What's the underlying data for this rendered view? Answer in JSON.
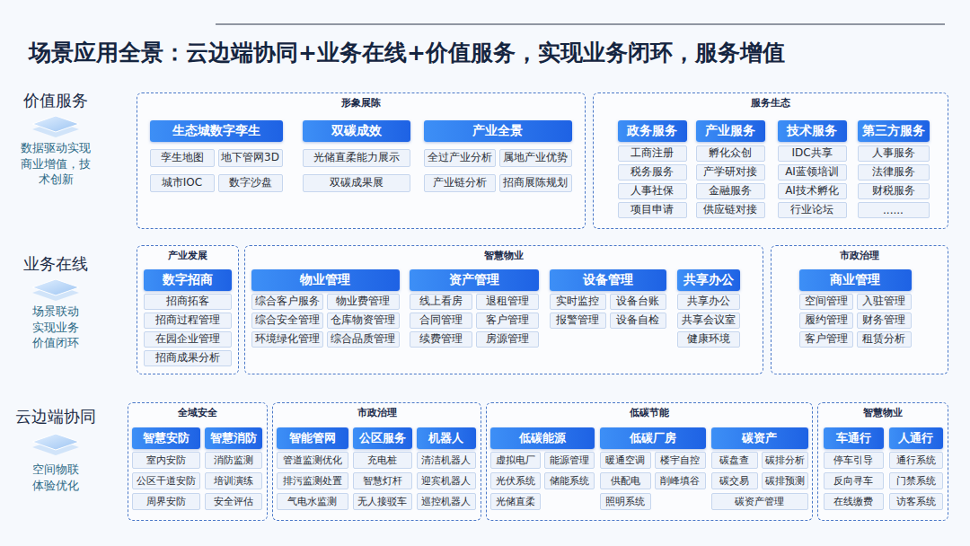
{
  "diagram": {
    "title": "场景应用全景：云边端协同+业务在线+价值服务，实现业务闭环，服务增值",
    "nodes": [
      {
        "text": [
          "形象展陈"
        ]
      },
      {
        "text": [
          "生态城数字孪生"
        ],
        "in": 0
      },
      {
        "text": [
          "孪生地图"
        ],
        "in": 0
      },
      {
        "text": [
          "地下管网3D"
        ],
        "in": 0
      },
      {
        "text": [
          "城市IOC"
        ],
        "in": 0
      },
      {
        "text": [
          "数字沙盘"
        ],
        "in": 0
      },
      {
        "text": [
          "双碳成效"
        ],
        "in": 0
      },
      {
        "text": [
          "光储直柔能力展示"
        ],
        "in": 0
      },
      {
        "text": [
          "双碳成果展"
        ],
        "in": 0
      },
      {
        "text": [
          "产业全景"
        ],
        "in": 0
      },
      {
        "text": [
          "全过产业分析"
        ],
        "in": 0
      },
      {
        "text": [
          "属地产业优势"
        ],
        "in": 0
      },
      {
        "text": [
          "产业链分析"
        ],
        "in": 0
      },
      {
        "text": [
          "招商展陈规划"
        ],
        "in": 0
      },
      {
        "text": [
          "服务生态"
        ]
      },
      {
        "text": [
          "政务服务"
        ],
        "in": 14
      },
      {
        "text": [
          "工商注册"
        ],
        "in": 14
      },
      {
        "text": [
          "税务服务"
        ],
        "in": 14
      },
      {
        "text": [
          "人事社保"
        ],
        "in": 14
      },
      {
        "text": [
          "项目申请"
        ],
        "in": 14
      },
      {
        "text": [
          "产业服务"
        ],
        "in": 14
      },
      {
        "text": [
          "孵化众创"
        ],
        "in": 14
      },
      {
        "text": [
          "产学研对接"
        ],
        "in": 14
      },
      {
        "text": [
          "金融服务"
        ],
        "in": 14
      },
      {
        "text": [
          "供应链对接"
        ],
        "in": 14
      },
      {
        "text": [
          "技术服务"
        ],
        "in": 14
      },
      {
        "text": [
          "IDC共享"
        ],
        "in": 14
      },
      {
        "text": [
          "AI蓝领培训"
        ],
        "in": 14
      },
      {
        "text": [
          "AI技术孵化"
        ],
        "in": 14
      },
      {
        "text": [
          "行业论坛"
        ],
        "in": 14
      },
      {
        "text": [
          "第三方服务"
        ],
        "in": 14
      },
      {
        "text": [
          "人事服务"
        ],
        "in": 14
      },
      {
        "text": [
          "法律服务"
        ],
        "in": 14
      },
      {
        "text": [
          "财税服务"
        ],
        "in": 14
      },
      {
        "text": [
          "......"
        ],
        "in": 14
      },
      {
        "text": [
          "产业发展"
        ]
      },
      {
        "text": [
          "数字招商"
        ],
        "in": 35
      },
      {
        "text": [
          "招商拓客"
        ],
        "in": 35
      },
      {
        "text": [
          "招商过程管理"
        ],
        "in": 35
      },
      {
        "text": [
          "在园企业管理"
        ],
        "in": 35
      },
      {
        "text": [
          "招商成果分析"
        ],
        "in": 35
      },
      {
        "text": [
          "智慧物业"
        ]
      },
      {
        "text": [
          "物业管理"
        ],
        "in": 41
      },
      {
        "text": [
          "综合客户服务"
        ],
        "in": 41
      },
      {
        "text": [
          "物业费管理"
        ],
        "in": 41
      },
      {
        "text": [
          "综合安全管理"
        ],
        "in": 41
      },
      {
        "text": [
          "仓库物资管理"
        ],
        "in": 41
      },
      {
        "text": [
          "环境绿化管理"
        ],
        "in": 41
      },
      {
        "text": [
          "综合品质管理"
        ],
        "in": 41
      },
      {
        "text": [
          "资产管理"
        ],
        "in": 41
      },
      {
        "text": [
          "线上看房"
        ],
        "in": 41
      },
      {
        "text": [
          "退租管理"
        ],
        "in": 41
      },
      {
        "text": [
          "合同管理"
        ],
        "in": 41
      },
      {
        "text": [
          "客户管理"
        ],
        "in": 41
      },
      {
        "text": [
          "续费管理"
        ],
        "in": 41
      },
      {
        "text": [
          "房源管理"
        ],
        "in": 41
      },
      {
        "text": [
          "设备管理"
        ],
        "in": 41
      },
      {
        "text": [
          "实时监控"
        ],
        "in": 41
      },
      {
        "text": [
          "设备台账"
        ],
        "in": 41
      },
      {
        "text": [
          "报警管理"
        ],
        "in": 41
      },
      {
        "text": [
          "设备自检"
        ],
        "in": 41
      },
      {
        "text": [
          "共享办公"
        ],
        "in": 41
      },
      {
        "text": [
          "共享办公"
        ],
        "in": 41
      },
      {
        "text": [
          "共享会议室"
        ],
        "in": 41
      },
      {
        "text": [
          "健康环境"
        ],
        "in": 41
      },
      {
        "text": [
          "市政治理"
        ]
      },
      {
        "text": [
          "商业管理"
        ],
        "in": 65
      },
      {
        "text": [
          "空间管理"
        ],
        "in": 65
      },
      {
        "text": [
          "入驻管理"
        ],
        "in": 65
      },
      {
        "text": [
          "履约管理"
        ],
        "in": 65
      },
      {
        "text": [
          "财务管理"
        ],
        "in": 65
      },
      {
        "text": [
          "客户管理"
        ],
        "in": 65
      },
      {
        "text": [
          "租赁分析"
        ],
        "in": 65
      },
      {
        "text": [
          "全域安全"
        ]
      },
      {
        "text": [
          "智慧安防"
        ],
        "in": 73
      },
      {
        "text": [
          "室内安防"
        ],
        "in": 73
      },
      {
        "text": [
          "公区干道安防"
        ],
        "in": 73
      },
      {
        "text": [
          "周界安防"
        ],
        "in": 73
      },
      {
        "text": [
          "智慧消防"
        ],
        "in": 73
      },
      {
        "text": [
          "消防监测"
        ],
        "in": 73
      },
      {
        "text": [
          "培训演练"
        ],
        "in": 73
      },
      {
        "text": [
          "安全评估"
        ],
        "in": 73
      },
      {
        "text": [
          "市政治理"
        ]
      },
      {
        "text": [
          "智能管网"
        ],
        "in": 82
      },
      {
        "text": [
          "管道监测优化"
        ],
        "in": 82
      },
      {
        "text": [
          "排污监测处置"
        ],
        "in": 82
      },
      {
        "text": [
          "气电水监测"
        ],
        "in": 82
      },
      {
        "text": [
          "公区服务"
        ],
        "in": 82
      },
      {
        "text": [
          "充电桩"
        ],
        "in": 82
      },
      {
        "text": [
          "智慧灯杆"
        ],
        "in": 82
      },
      {
        "text": [
          "无人接驳车"
        ],
        "in": 82
      },
      {
        "text": [
          "机器人"
        ],
        "in": 82
      },
      {
        "text": [
          "清洁机器人"
        ],
        "in": 82
      },
      {
        "text": [
          "迎宾机器人"
        ],
        "in": 82
      },
      {
        "text": [
          "巡控机器人"
        ],
        "in": 82
      },
      {
        "text": [
          "低碳节能"
        ]
      },
      {
        "text": [
          "低碳能源"
        ],
        "in": 95
      },
      {
        "text": [
          "虚拟电厂"
        ],
        "in": 95
      },
      {
        "text": [
          "能源管理"
        ],
        "in": 95
      },
      {
        "text": [
          "光伏系统"
        ],
        "in": 95
      },
      {
        "text": [
          "储能系统"
        ],
        "in": 95
      },
      {
        "text": [
          "光储直柔"
        ],
        "in": 95
      },
      {
        "text": [
          "低碳厂房"
        ],
        "in": 95
      },
      {
        "text": [
          "暖通空调"
        ],
        "in": 95
      },
      {
        "text": [
          "楼宇自控"
        ],
        "in": 95
      },
      {
        "text": [
          "供配电"
        ],
        "in": 95
      },
      {
        "text": [
          "削峰填谷"
        ],
        "in": 95
      },
      {
        "text": [
          "照明系统"
        ],
        "in": 95
      },
      {
        "text": [
          "碳资产"
        ],
        "in": 95
      },
      {
        "text": [
          "碳盘查"
        ],
        "in": 95
      },
      {
        "text": [
          "碳排分析"
        ],
        "in": 95
      },
      {
        "text": [
          "碳交易"
        ],
        "in": 95
      },
      {
        "text": [
          "碳排预测"
        ],
        "in": 95
      },
      {
        "text": [
          "碳资产管理"
        ],
        "in": 95
      },
      {
        "text": [
          "智慧物业"
        ]
      },
      {
        "text": [
          "车通行"
        ],
        "in": 114
      },
      {
        "text": [
          "停车引导"
        ],
        "in": 114
      },
      {
        "text": [
          "反向寻车"
        ],
        "in": 114
      },
      {
        "text": [
          "在线缴费"
        ],
        "in": 114
      },
      {
        "text": [
          "人通行"
        ],
        "in": 114
      },
      {
        "text": [
          "通行系统"
        ],
        "in": 114
      },
      {
        "text": [
          "门禁系统"
        ],
        "in": 114
      },
      {
        "text": [
          "访客系统"
        ],
        "in": 114
      }
    ],
    "labels": [
      "价值服务",
      "数据驱动实现商业增值，技术创新",
      "业务在线",
      "场景联动实现业务价值闭环",
      "云边端协同",
      "空间物联体验优化"
    ]
  }
}
